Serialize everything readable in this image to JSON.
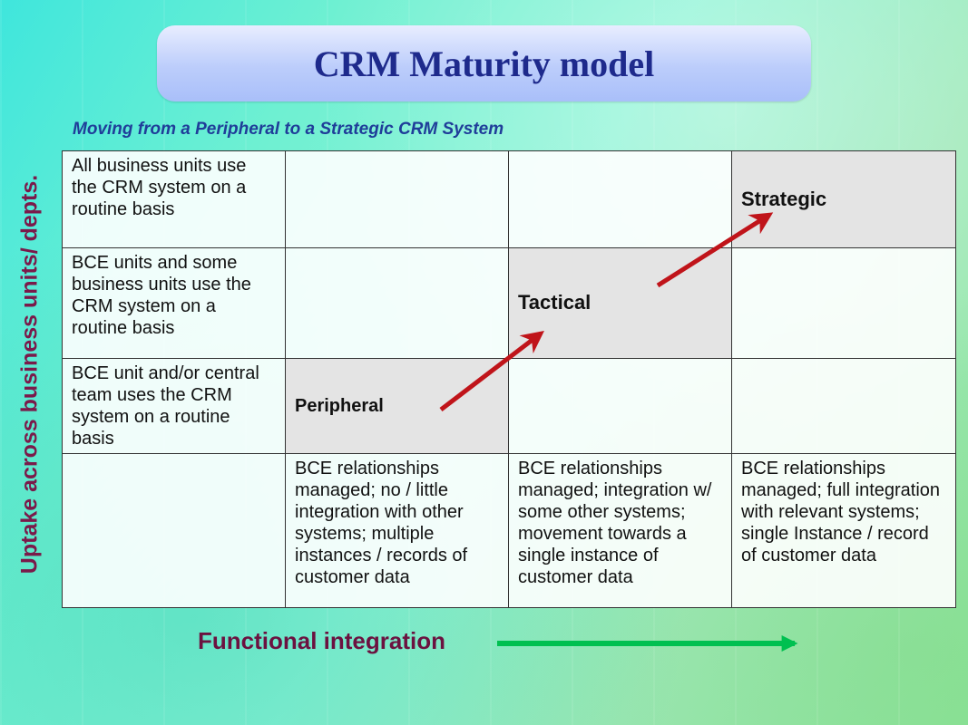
{
  "title": "CRM Maturity model",
  "subtitle": "Moving from a  Peripheral to a Strategic CRM System",
  "y_axis_label": "Uptake across business units/ depts.",
  "x_axis_label": "Functional integration",
  "rows": [
    "All business units use the CRM system on a routine basis",
    "BCE units and some business units use the CRM system on a routine basis",
    "BCE unit and/or central team uses the CRM system on a routine basis"
  ],
  "stages": {
    "peripheral": "Peripheral",
    "tactical": "Tactical",
    "strategic": "Strategic"
  },
  "columns": [
    "BCE relationships managed; no / little integration with other systems; multiple instances / records of customer data",
    "BCE relationships managed; integration w/ some other systems; movement  towards a single instance of customer data",
    "BCE relationships managed; full integration with relevant systems; single Instance / record of customer data"
  ],
  "colors": {
    "title": "#1e2a8c",
    "subtitle": "#1f3d99",
    "axis_label": "#7a1a4a",
    "progress_arrow": "#c0141a",
    "integration_arrow": "#00c050"
  }
}
